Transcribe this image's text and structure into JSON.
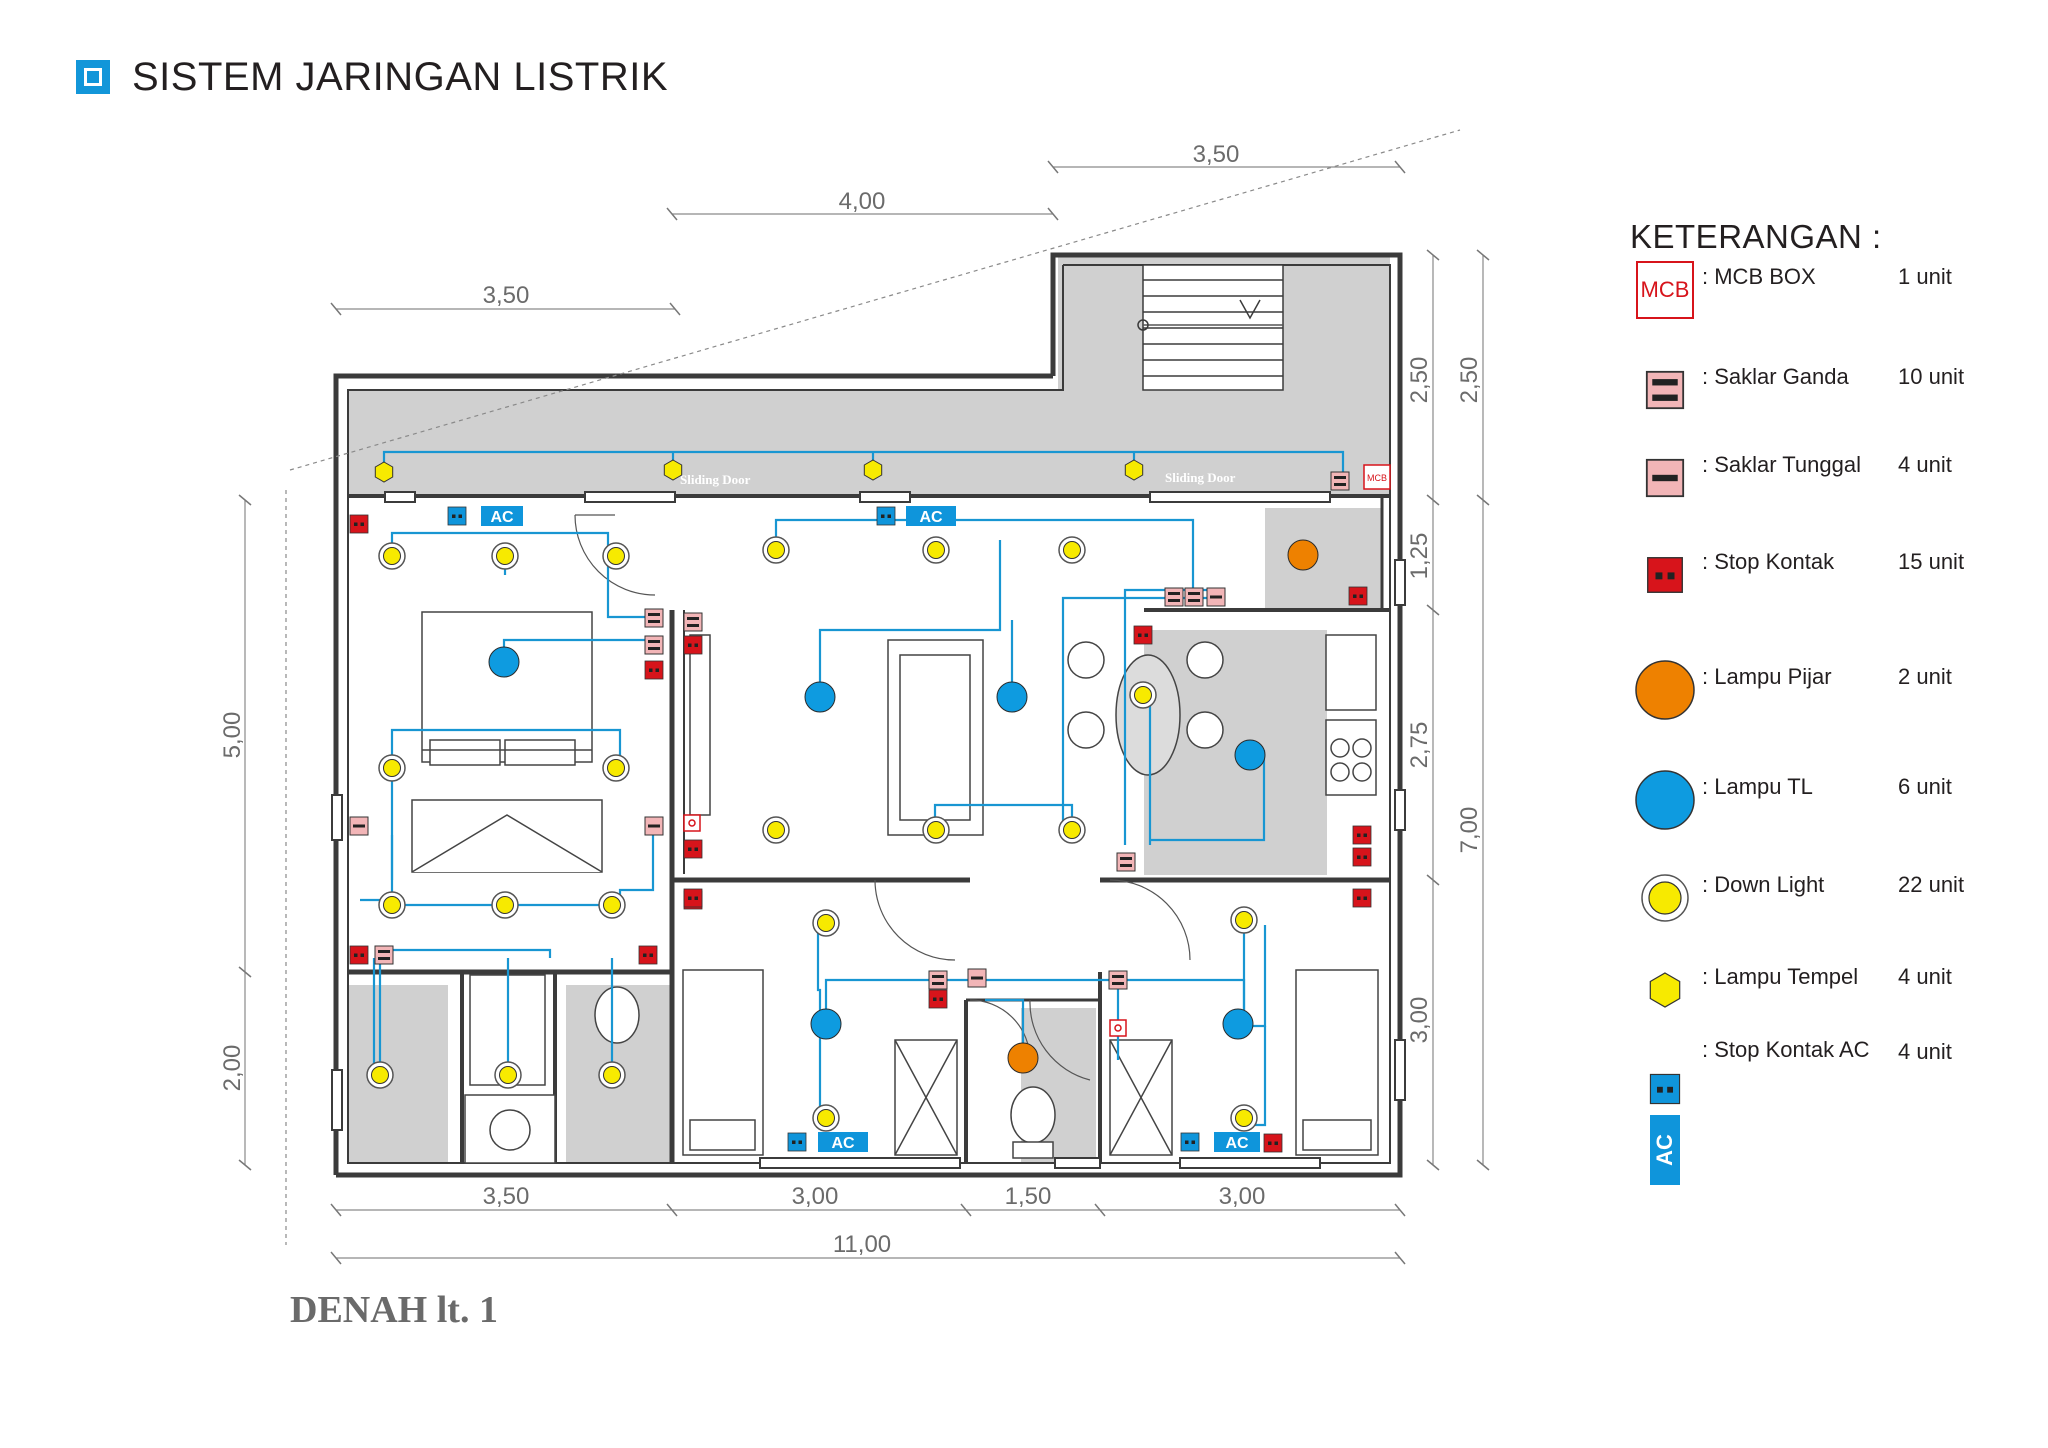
{
  "header": {
    "title": "SISTEM JARINGAN LISTRIK"
  },
  "plan": {
    "name": "DENAH lt. 1",
    "dimensions": {
      "top_left": "3,50",
      "top_middle": "4,00",
      "top_right": "3,50",
      "bottom_1": "3,50",
      "bottom_2": "3,00",
      "bottom_3": "1,50",
      "bottom_4": "3,00",
      "bottom_total": "11,00",
      "left_upper": "5,00",
      "left_lower": "2,00",
      "right_1": "2,50",
      "right_2": "1,25",
      "right_3": "2,75",
      "right_4": "3,00",
      "right_outer_1": "2,50",
      "right_outer_2": "7,00"
    },
    "door_labels": {
      "sliding_1": "Sliding Door",
      "sliding_2": "Sliding Door"
    },
    "ac_label": "AC",
    "mcb_label": "MCB"
  },
  "legend": {
    "title": "KETERANGAN :",
    "items": [
      {
        "icon": "mcb-box-icon",
        "label": ": MCB BOX",
        "count": "1 unit",
        "symbol_text": "MCB"
      },
      {
        "icon": "double-switch-icon",
        "label": ": Saklar Ganda",
        "count": "10 unit"
      },
      {
        "icon": "single-switch-icon",
        "label": ": Saklar Tunggal",
        "count": "4 unit"
      },
      {
        "icon": "power-outlet-icon",
        "label": ": Stop Kontak",
        "count": "15 unit"
      },
      {
        "icon": "incandescent-lamp-icon",
        "label": ": Lampu Pijar",
        "count": "2 unit"
      },
      {
        "icon": "tl-lamp-icon",
        "label": ": Lampu TL",
        "count": "6 unit"
      },
      {
        "icon": "down-light-icon",
        "label": ": Down Light",
        "count": "22 unit"
      },
      {
        "icon": "wall-lamp-icon",
        "label": ": Lampu Tempel",
        "count": "4 unit"
      },
      {
        "icon": "ac-outlet-icon",
        "label": ": Stop Kontak AC",
        "count": "4 unit",
        "symbol_text": "AC"
      }
    ]
  },
  "colors": {
    "wire": "#1896d2",
    "tl_lamp": "#0e9be0",
    "incandescent": "#ee8100",
    "down_light": "#f7ea00",
    "outlet": "#d7141b",
    "ac_outlet": "#0f95db",
    "switch_fill": "#f2b5b7",
    "floor_grey": "#d0d0d0",
    "wall": "#3b3b3b"
  }
}
